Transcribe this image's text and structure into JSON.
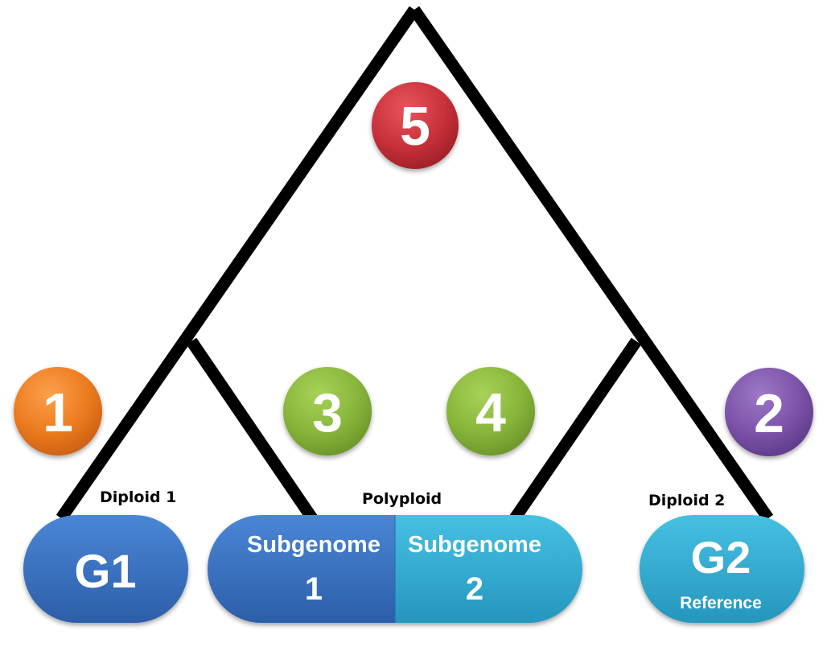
{
  "branch_markers": [
    {
      "label": "5",
      "color": "#c8303a"
    },
    {
      "label": "1",
      "color": "#ec7a1f"
    },
    {
      "label": "3",
      "color": "#87b53a"
    },
    {
      "label": "4",
      "color": "#87b53a"
    },
    {
      "label": "2",
      "color": "#7c52a8"
    }
  ],
  "captions": {
    "diploid1": "Diploid 1",
    "polyploid": "Polyploid",
    "diploid2": "Diploid 2"
  },
  "genomes": {
    "g1": {
      "label": "G1"
    },
    "subgenome1": {
      "line1": "Subgenome",
      "line2": "1"
    },
    "subgenome2": {
      "line1": "Subgenome",
      "line2": "2"
    },
    "g2": {
      "label": "G2",
      "sublabel": "Reference"
    }
  },
  "colors": {
    "tree_lines": "#000000",
    "blue": "#3a70c4",
    "teal": "#34aed2"
  }
}
